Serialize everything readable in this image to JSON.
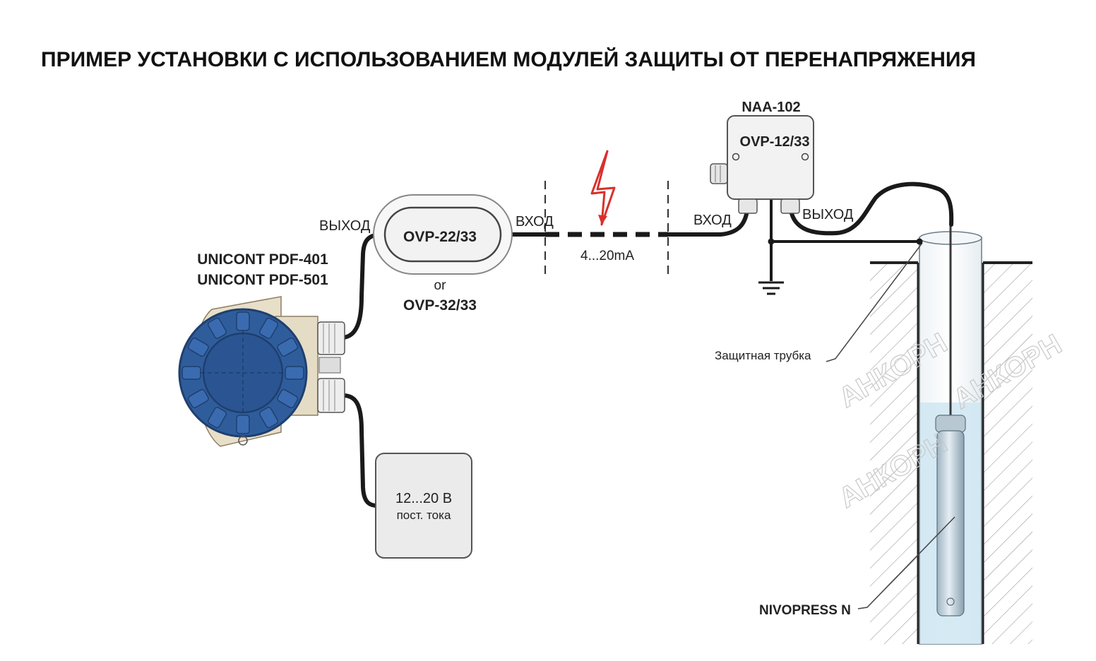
{
  "title": "ПРИМЕР УСТАНОВКИ С ИСПОЛЬЗОВАНИЕМ МОДУЛЕЙ ЗАЩИТЫ ОТ ПЕРЕНАПРЯЖЕНИЯ",
  "transmitter": {
    "line1": "UNICONT PDF-401",
    "line2": "UNICONT PDF-501"
  },
  "ovp_module": {
    "label": "OVP-22/33",
    "or": "or",
    "alt": "OVP-32/33",
    "output": "ВЫХОД",
    "input": "ВХОД"
  },
  "signal": {
    "label": "4...20mA"
  },
  "junction_box": {
    "name": "NAA-102",
    "label": "OVP-12/33",
    "input": "ВХОД",
    "output": "ВЫХОД"
  },
  "power_supply": {
    "line1": "12...20 В",
    "line2": "пост. тока"
  },
  "well": {
    "tube_label": "Защитная трубка",
    "sensor_label": "NIVOPRESS N"
  },
  "watermark": {
    "text": "АНКОРН"
  },
  "colors": {
    "transmitter_blue": "#2f5d9c",
    "housing_beige": "#e8dfc9",
    "water": "#cfe6f2",
    "lightning": "#d9302c"
  }
}
